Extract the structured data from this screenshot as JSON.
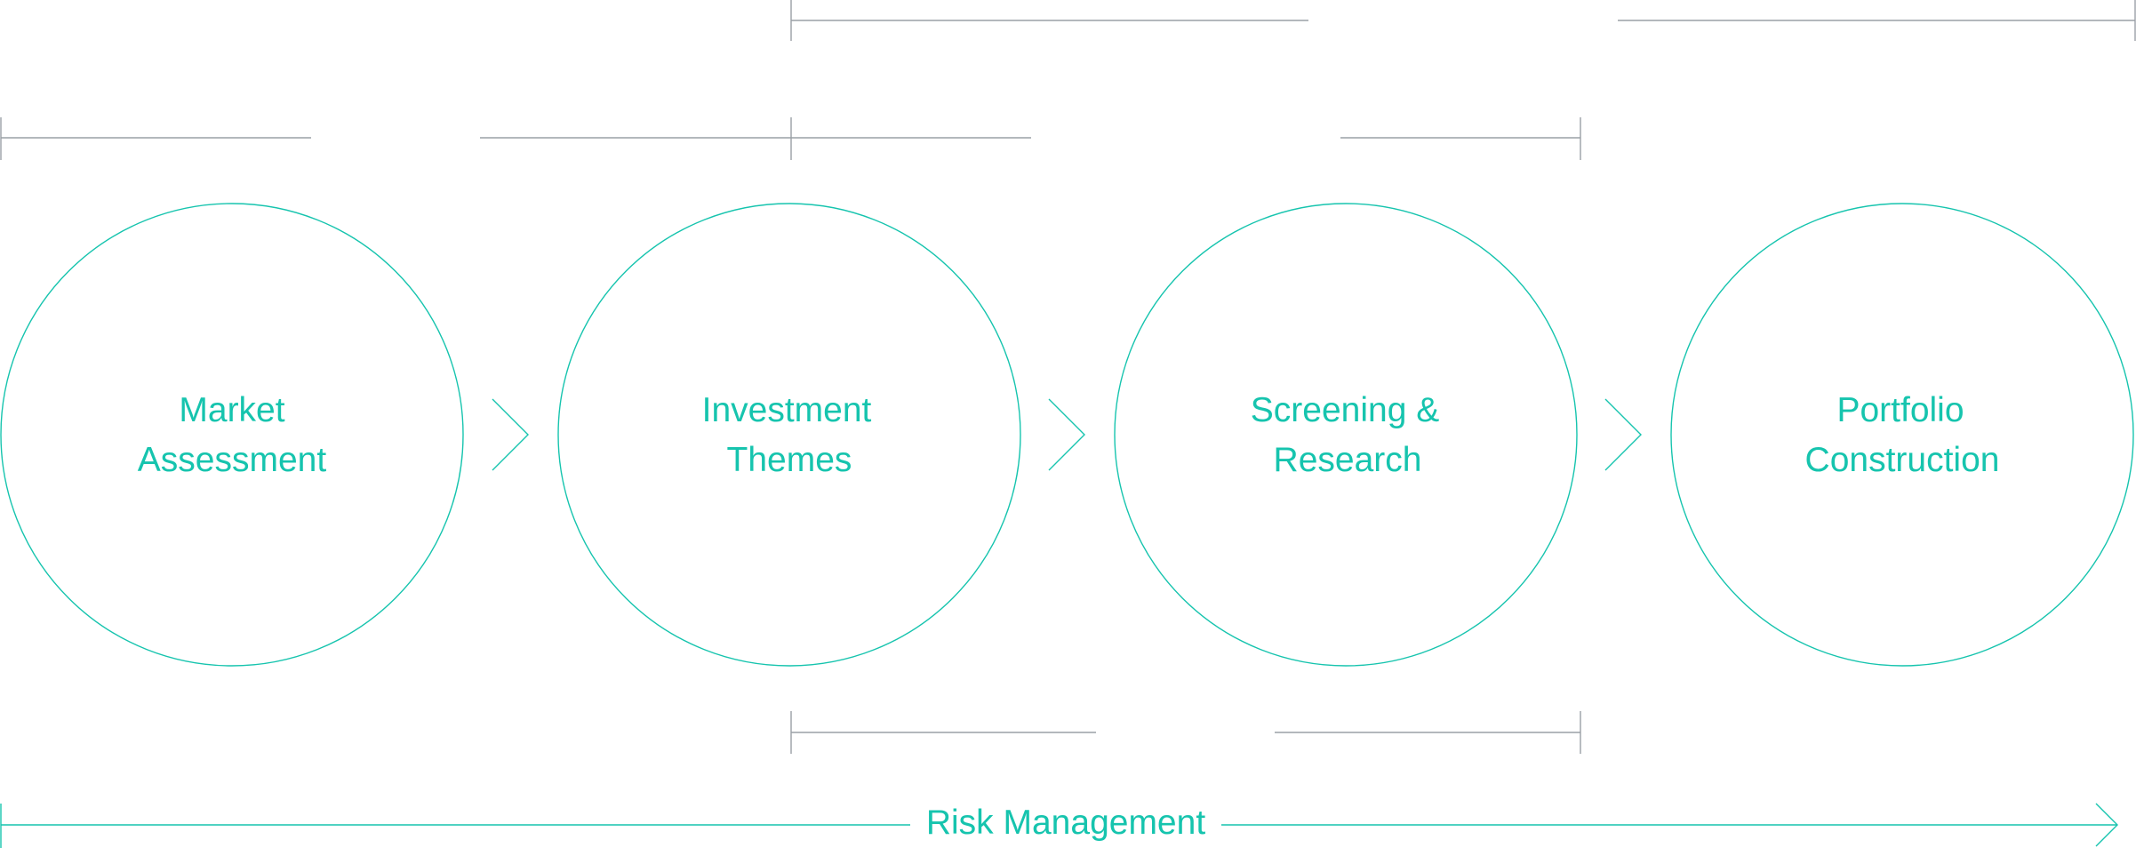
{
  "colors": {
    "accent": "#16c4ae",
    "bracket": "#9aa0a6",
    "background": "#ffffff"
  },
  "stages": [
    {
      "id": "market-assessment",
      "lines": [
        "Market",
        "Assessment"
      ]
    },
    {
      "id": "investment-themes",
      "lines": [
        "Investment",
        "Themes"
      ]
    },
    {
      "id": "screening-research",
      "lines": [
        "Screening &",
        "Research"
      ]
    },
    {
      "id": "portfolio-construction",
      "lines": [
        "Portfolio",
        "Construction"
      ]
    }
  ],
  "risk_management": {
    "label": "Risk Management"
  }
}
